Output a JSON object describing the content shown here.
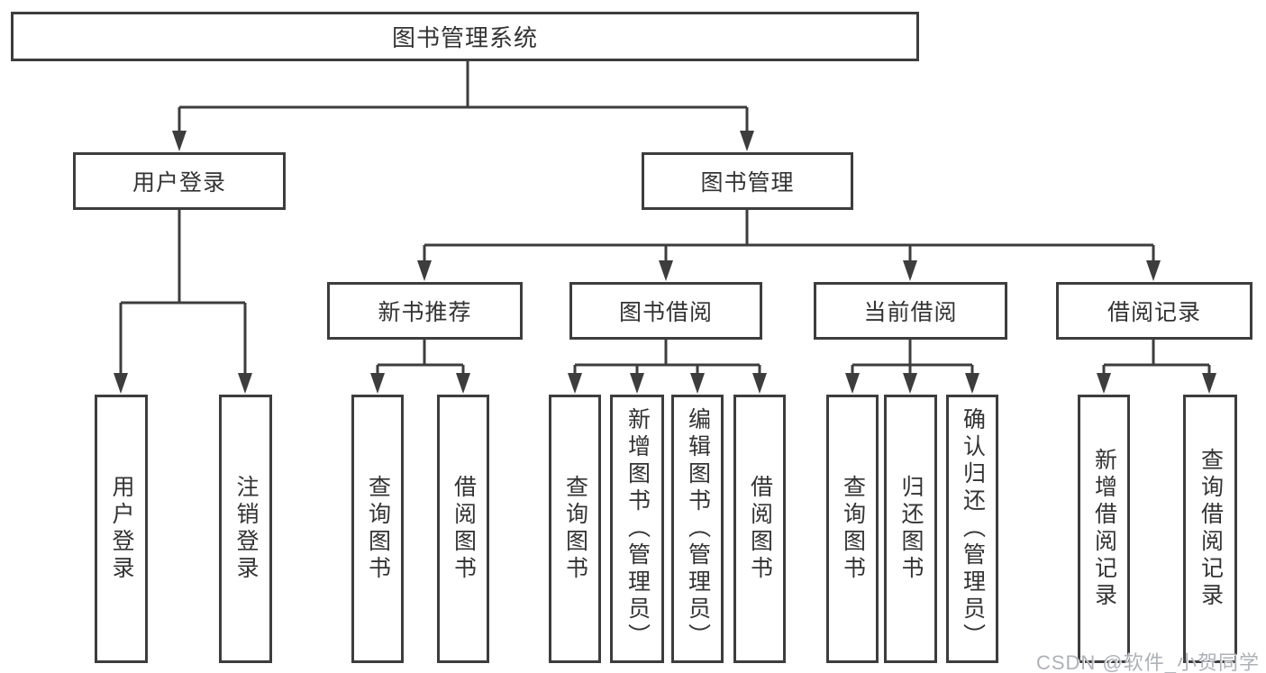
{
  "watermark": "CSDN @软件_小贺同学",
  "colors": {
    "line": "#3d3d3d",
    "text": "#333333",
    "background": "#ffffff",
    "watermark": "#aeb1b6"
  },
  "tree": {
    "label": "图书管理系统",
    "children": [
      {
        "label": "用户登录",
        "children": [
          {
            "label": "用户登录"
          },
          {
            "label": "注销登录"
          }
        ]
      },
      {
        "label": "图书管理",
        "children": [
          {
            "label": "新书推荐",
            "children": [
              {
                "label": "查询图书"
              },
              {
                "label": "借阅图书"
              }
            ]
          },
          {
            "label": "图书借阅",
            "children": [
              {
                "label": "查询图书"
              },
              {
                "label": "新增图书（管理员）"
              },
              {
                "label": "编辑图书（管理员）"
              },
              {
                "label": "借阅图书"
              }
            ]
          },
          {
            "label": "当前借阅",
            "children": [
              {
                "label": "查询图书"
              },
              {
                "label": "归还图书"
              },
              {
                "label": "确认归还（管理员）"
              }
            ]
          },
          {
            "label": "借阅记录",
            "children": [
              {
                "label": "新增借阅记录"
              },
              {
                "label": "查询借阅记录"
              }
            ]
          }
        ]
      }
    ]
  }
}
